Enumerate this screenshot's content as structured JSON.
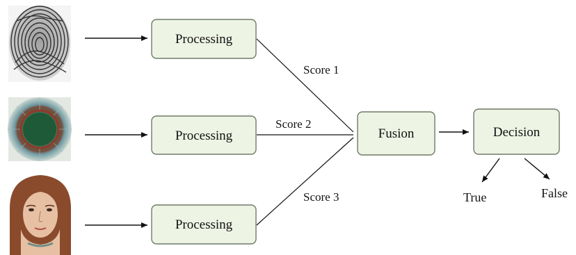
{
  "diagram": {
    "processing_boxes": [
      {
        "label": "Processing"
      },
      {
        "label": "Processing"
      },
      {
        "label": "Processing"
      }
    ],
    "scores": [
      {
        "label": "Score 1"
      },
      {
        "label": "Score 2"
      },
      {
        "label": "Score 3"
      }
    ],
    "fusion": {
      "label": "Fusion"
    },
    "decision": {
      "label": "Decision"
    },
    "outcomes": [
      {
        "label": "True"
      },
      {
        "label": "False"
      }
    ]
  },
  "colors": {
    "box_fill": "#eef4e4",
    "box_stroke": "#6f7a66",
    "line": "#111111",
    "iris_pupil": "#1f5a38",
    "iris_ring": "#7aa0a6",
    "face_hair": "#8a4a2c",
    "face_skin": "#e7c0a3"
  }
}
